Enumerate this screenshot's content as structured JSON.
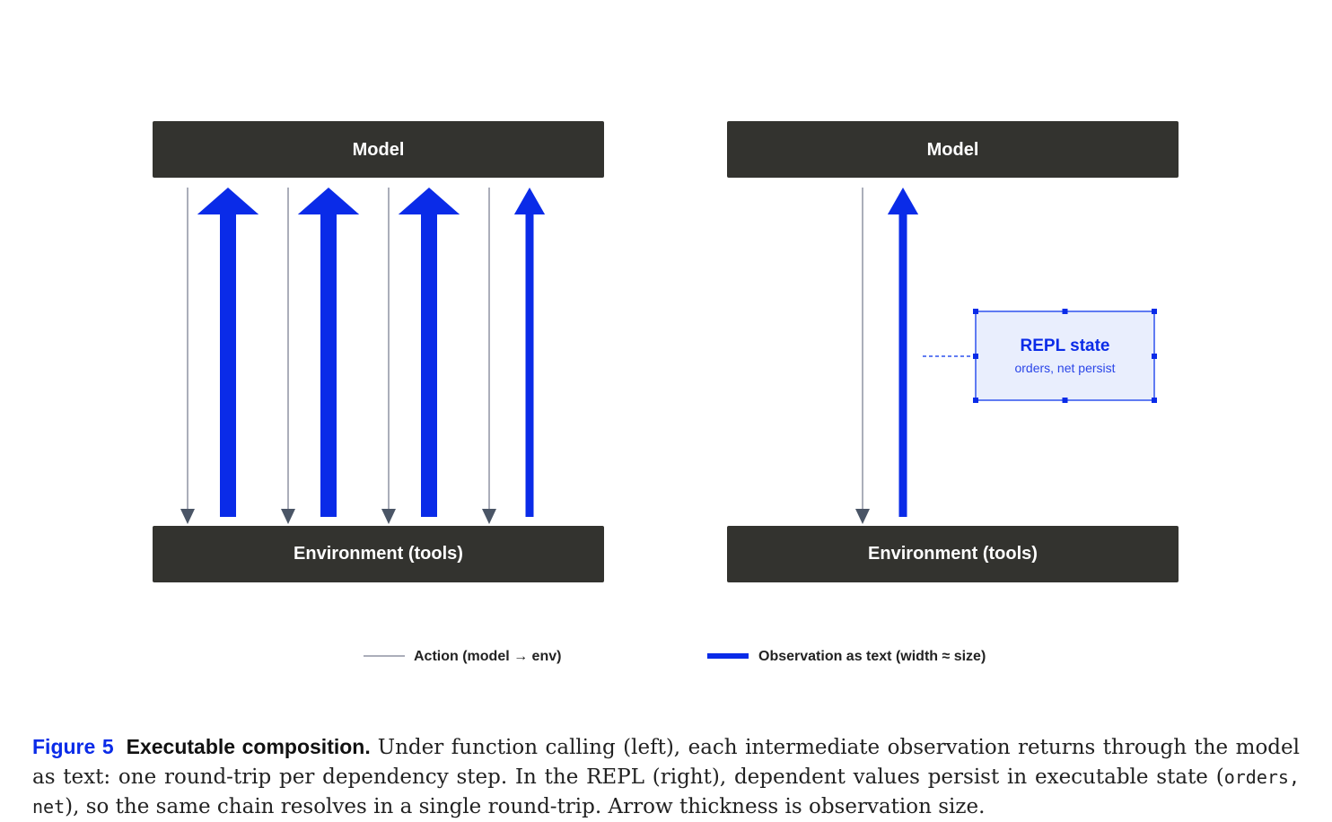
{
  "colors": {
    "box_fill": "#33332f",
    "observation": "#0a2be8",
    "action": "#8f93a3",
    "action_head": "#4a5566",
    "repl_fill": "#e9eefd",
    "repl_border": "#2f52ee"
  },
  "left_panel": {
    "model_label": "Model",
    "env_label": "Environment (tools)",
    "round_trips": [
      {
        "observation_size": 3
      },
      {
        "observation_size": 3
      },
      {
        "observation_size": 3
      },
      {
        "observation_size": 1.5
      }
    ]
  },
  "right_panel": {
    "model_label": "Model",
    "env_label": "Environment (tools)",
    "round_trips": [
      {
        "observation_size": 1.5
      }
    ],
    "repl_box": {
      "title": "REPL state",
      "subtitle": "orders, net persist"
    }
  },
  "legend": {
    "action_label": "Action (model → env)",
    "observation_label": "Observation as text (width ≈ size)"
  },
  "caption": {
    "figure_number": "Figure 5",
    "title": "Executable composition.",
    "text_1": "Under function calling (left), each intermediate observation returns through the model as text: one round-trip per dependency step. In the REPL (right), dependent values persist in executable state (",
    "code": "orders, net",
    "text_2": "), so the same chain resolves in a single round-trip. Arrow thickness is observation size."
  }
}
